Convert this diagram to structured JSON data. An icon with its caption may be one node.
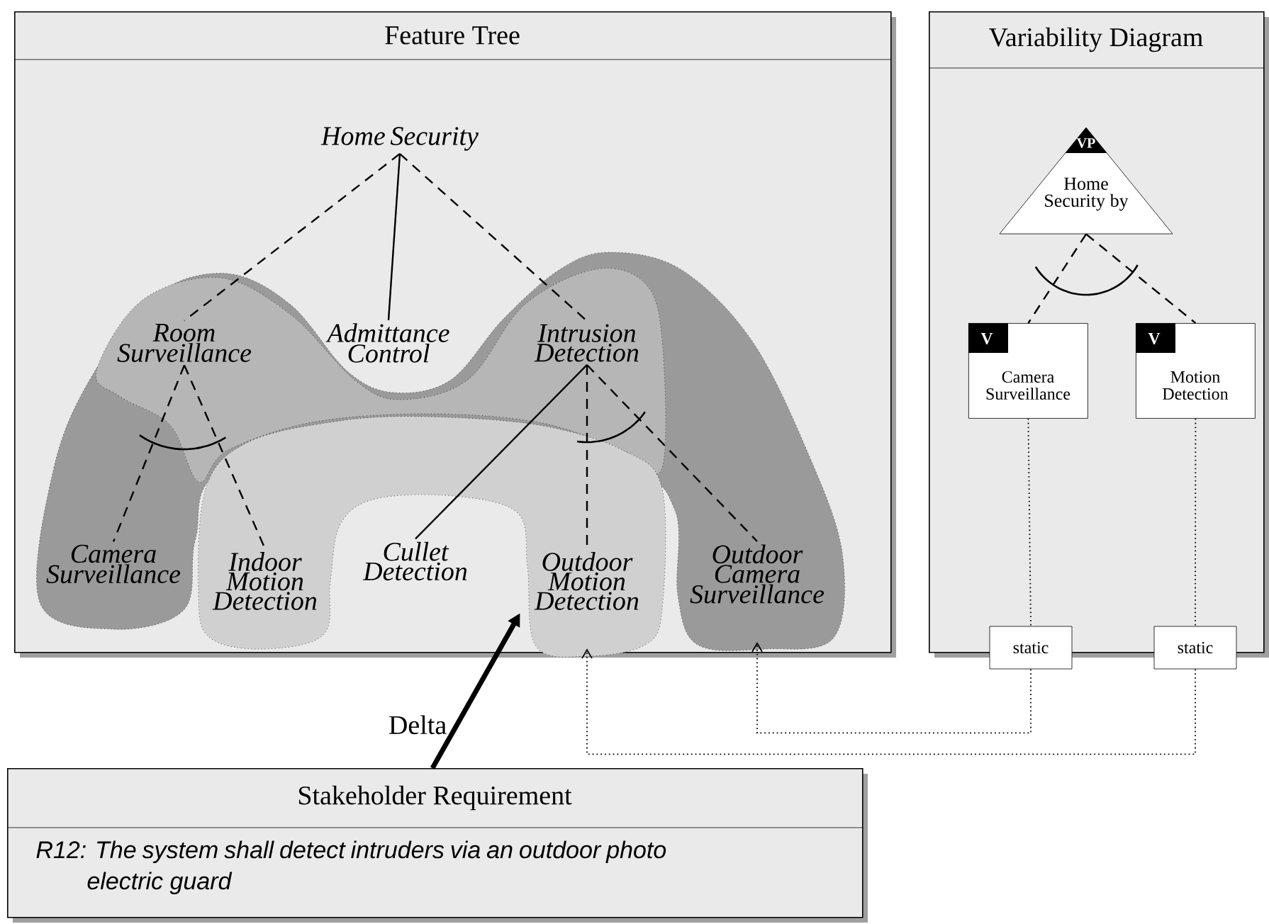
{
  "diagram": {
    "nodes": [
      {
        "text": [
          "Feature Tree"
        ]
      },
      {
        "text": [
          "Home Security"
        ],
        "in": 0
      },
      {
        "text": [
          "Room Surveillance"
        ],
        "in": 0
      },
      {
        "text": [
          "Admittance Control"
        ],
        "in": 0
      },
      {
        "text": [
          "Intrusion Detection"
        ],
        "in": 0
      },
      {
        "text": [
          "Camera Surveillance"
        ],
        "in": 0
      },
      {
        "text": [
          "Indoor Motion Detection"
        ],
        "in": 0
      },
      {
        "text": [
          "Cullet Detection"
        ],
        "in": 0
      },
      {
        "text": [
          "Outdoor Motion Detection"
        ],
        "in": 0
      },
      {
        "text": [
          "Outdoor Camera Surveillance"
        ],
        "in": 0
      },
      {
        "text": [
          "Variability Diagram"
        ]
      },
      {
        "text": [
          "VP",
          "Home Security by"
        ],
        "in": 10
      },
      {
        "text": [
          "V",
          "Camera Surveillance"
        ],
        "in": 10
      },
      {
        "text": [
          "V",
          "Motion Detection"
        ],
        "in": 10
      },
      {
        "text": [
          "static"
        ],
        "in": 10
      },
      {
        "text": [
          "static"
        ],
        "in": 10
      },
      {
        "text": [
          "Stakeholder Requirement",
          "R12: The system shall detect intruders via an outdoor photo electric guard"
        ]
      }
    ],
    "edges": [
      {
        "from": 1,
        "to": 2,
        "arrow": "none",
        "style": "dashed"
      },
      {
        "from": 1,
        "to": 3,
        "arrow": "none"
      },
      {
        "from": 1,
        "to": 4,
        "arrow": "none",
        "style": "dashed"
      },
      {
        "from": 2,
        "to": 5,
        "arrow": "none",
        "style": "dashed"
      },
      {
        "from": 2,
        "to": 6,
        "arrow": "none",
        "style": "dashed"
      },
      {
        "from": 4,
        "to": 7,
        "arrow": "none"
      },
      {
        "from": 4,
        "to": 8,
        "arrow": "none",
        "style": "dashed"
      },
      {
        "from": 4,
        "to": 9,
        "arrow": "none",
        "style": "dashed"
      },
      {
        "from": 11,
        "to": 12,
        "arrow": "none",
        "style": "dashed"
      },
      {
        "from": 11,
        "to": 13,
        "arrow": "none",
        "style": "dashed"
      },
      {
        "from": 12,
        "to": 14,
        "arrow": "none",
        "style": "dashed"
      },
      {
        "from": 13,
        "to": 15,
        "arrow": "none",
        "style": "dashed"
      },
      {
        "from": 14,
        "to": 9,
        "arrow": "to",
        "style": "dashed"
      },
      {
        "from": 15,
        "to": 8,
        "arrow": "to",
        "style": "dashed"
      },
      {
        "from": 16,
        "to": 8,
        "arrow": "to",
        "style": "thick",
        "label": "Delta"
      }
    ]
  }
}
